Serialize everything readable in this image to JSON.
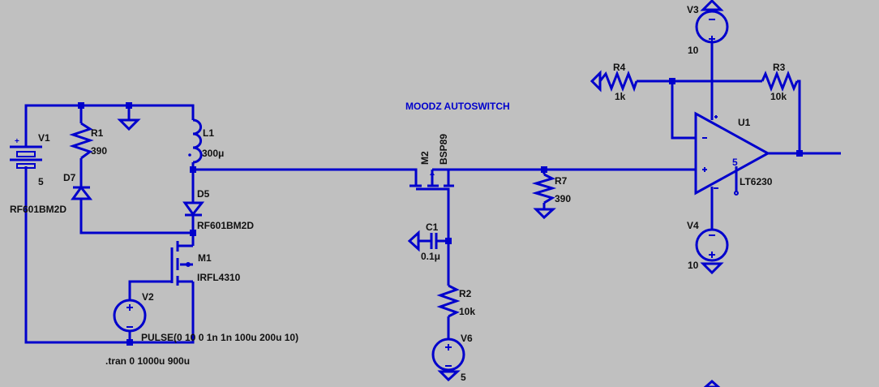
{
  "title": "MOODZ AUTOSWITCH",
  "directive": ".tran 0 1000u 900u",
  "colors": {
    "background": "#c0c0c0",
    "wire": "#0000cc",
    "label": "#111111"
  },
  "components": {
    "V1": {
      "name": "V1",
      "value": "5"
    },
    "R1": {
      "name": "R1",
      "value": "390"
    },
    "D7": {
      "name": "D7",
      "value": "RF601BM2D"
    },
    "L1": {
      "name": "L1",
      "value": "300μ"
    },
    "D5": {
      "name": "D5",
      "value": "RF601BM2D"
    },
    "M1": {
      "name": "M1",
      "value": "IRFL4310"
    },
    "V2": {
      "name": "V2",
      "value": "PULSE(0 10 0 1n 1n 100u 200u 10)"
    },
    "M2": {
      "name": "M2",
      "value": "BSP89"
    },
    "C1": {
      "name": "C1",
      "value": "0.1μ"
    },
    "R2": {
      "name": "R2",
      "value": "10k"
    },
    "V6": {
      "name": "V6",
      "value": "5"
    },
    "R7": {
      "name": "R7",
      "value": "390"
    },
    "R4": {
      "name": "R4",
      "value": "1k"
    },
    "R3": {
      "name": "R3",
      "value": "10k"
    },
    "U1": {
      "name": "U1",
      "value": "LT6230",
      "pin": "5"
    },
    "V3": {
      "name": "V3",
      "value": "10"
    },
    "V4": {
      "name": "V4",
      "value": "10"
    }
  }
}
